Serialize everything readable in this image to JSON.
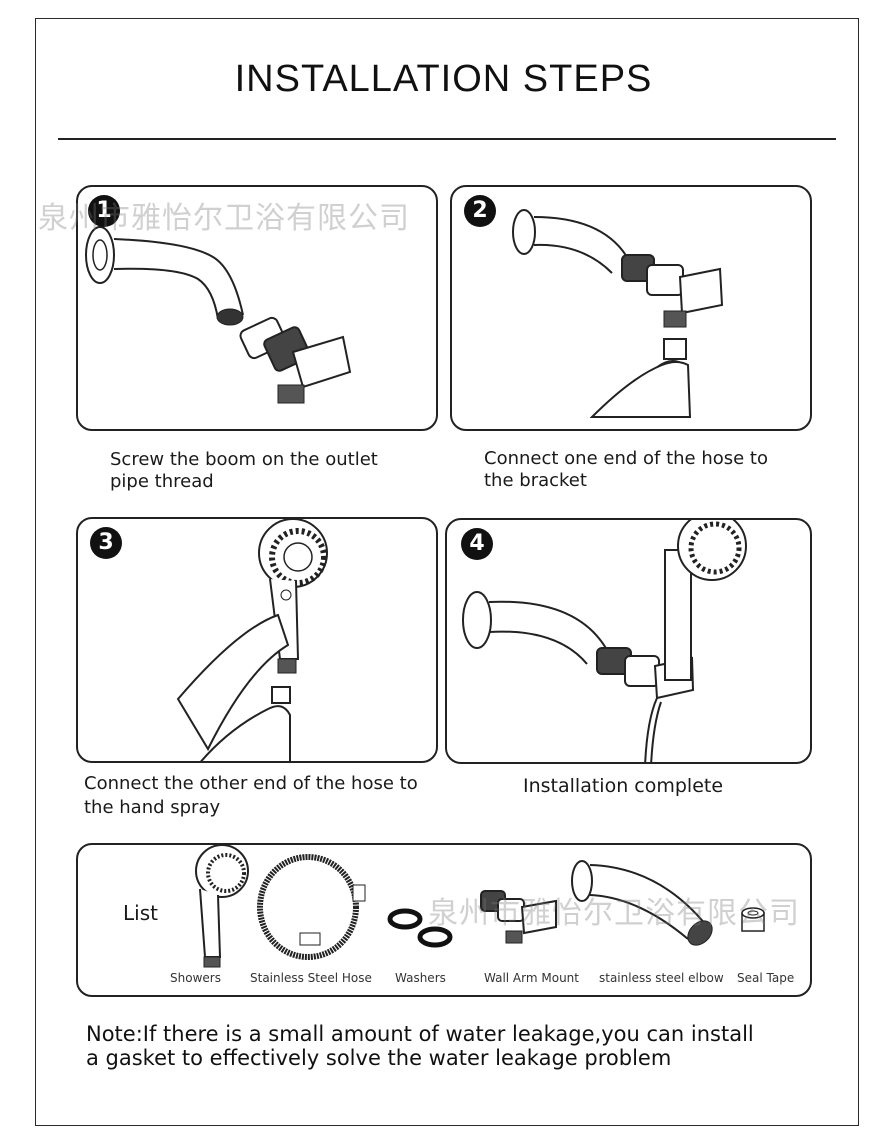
{
  "title": "INSTALLATION STEPS",
  "watermark_text": "泉州市雅怡尔卫浴有限公司",
  "steps": [
    {
      "number": "1",
      "line1": "Screw the boom on the outlet",
      "line2": "pipe thread"
    },
    {
      "number": "2",
      "line1": "Connect one end of the hose to",
      "line2": "the bracket"
    },
    {
      "number": "3",
      "line1": "Connect the other end of the hose to",
      "line2": "the hand spray"
    },
    {
      "number": "4",
      "line1": "Installation complete",
      "line2": ""
    }
  ],
  "list": {
    "label": "List",
    "items": [
      {
        "label": "Showers",
        "icon": "shower-head-icon"
      },
      {
        "label": "Stainless Steel Hose",
        "icon": "coiled-hose-icon"
      },
      {
        "label": "Washers",
        "icon": "washers-icon"
      },
      {
        "label": "Wall Arm Mount",
        "icon": "wall-mount-icon"
      },
      {
        "label": "stainless steel elbow",
        "icon": "elbow-pipe-icon"
      },
      {
        "label": "Seal Tape",
        "icon": "seal-tape-icon"
      }
    ]
  },
  "note": {
    "line1": "Note:If there is a small amount of water leakage,you can install",
    "line2": "a gasket to effectively solve the water leakage problem"
  },
  "colors": {
    "ink": "#1a1a1a",
    "badge": "#111111",
    "watermark": "#888888"
  }
}
